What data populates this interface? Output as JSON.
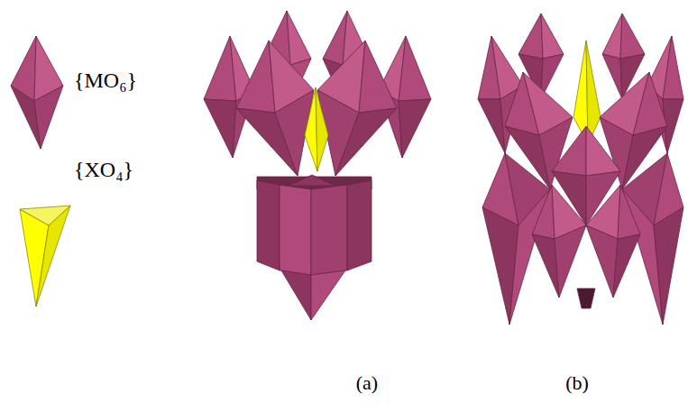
{
  "diagram": {
    "labels": [
      "(a)",
      "(b)"
    ],
    "legend": [
      {
        "text": "{MO₆}"
      },
      {
        "text": "{XO₄}"
      }
    ]
  }
}
